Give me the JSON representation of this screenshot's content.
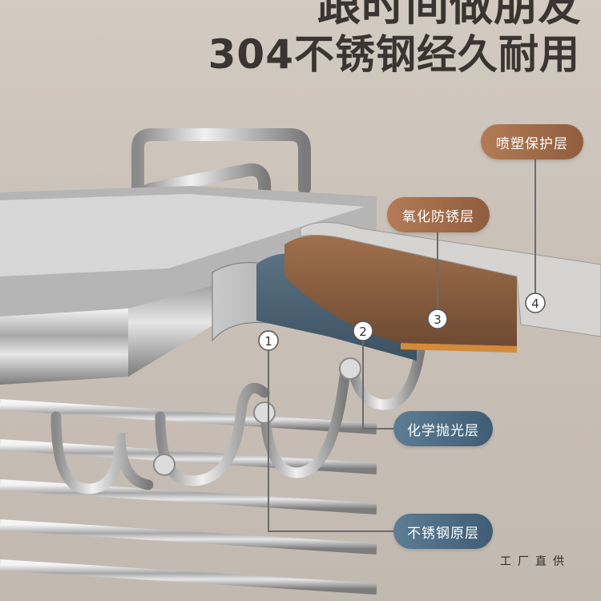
{
  "headline": {
    "line1": "跟时间做朋友",
    "line2": "304不锈钢经久耐用"
  },
  "layers": [
    {
      "number": "1",
      "label": "不锈钢原层"
    },
    {
      "number": "2",
      "label": "化学抛光层"
    },
    {
      "number": "3",
      "label": "氧化防锈层"
    },
    {
      "number": "4",
      "label": "喷塑保护层"
    }
  ],
  "footer": {
    "text": "工厂直供"
  },
  "colors": {
    "brown_label": "#a56f4c",
    "blue_label": "#4f6f86",
    "steel_layer": "#9a9a9a",
    "blue_layer": "#4e6577",
    "brown_layer": "#8a5f40",
    "background": "#cbc2b9"
  }
}
